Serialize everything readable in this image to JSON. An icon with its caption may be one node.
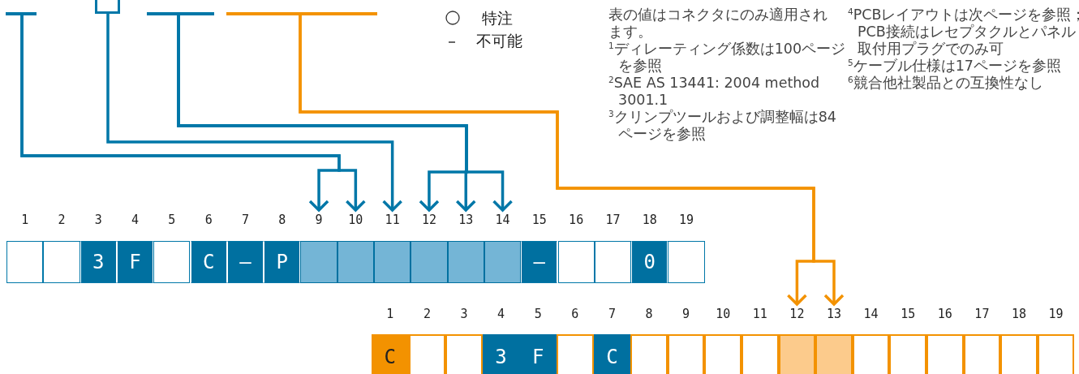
{
  "diagram": {
    "nodes": [
      {
        "text": [],
        "shape": "bar"
      },
      {
        "text": [],
        "shape": "box"
      },
      {
        "text": [],
        "shape": "bar"
      },
      {
        "text": [],
        "shape": "bar"
      },
      {
        "text": [],
        "shape": "box",
        "beside": [
          "1"
        ]
      },
      {
        "text": [],
        "shape": "box",
        "beside": [
          "2"
        ]
      },
      {
        "text": [
          "3"
        ],
        "beside": [
          "3"
        ]
      },
      {
        "text": [
          "F"
        ],
        "beside": [
          "4"
        ]
      },
      {
        "text": [],
        "shape": "box",
        "beside": [
          "5"
        ]
      },
      {
        "text": [
          "C"
        ],
        "beside": [
          "6"
        ]
      },
      {
        "text": [
          "–"
        ],
        "beside": [
          "7"
        ]
      },
      {
        "text": [
          "P"
        ],
        "beside": [
          "8"
        ]
      },
      {
        "text": [],
        "shape": "box",
        "beside": [
          "9"
        ]
      },
      {
        "text": [],
        "shape": "box",
        "beside": [
          "10"
        ]
      },
      {
        "text": [],
        "shape": "box",
        "beside": [
          "11"
        ]
      },
      {
        "text": [],
        "shape": "box",
        "beside": [
          "12"
        ]
      },
      {
        "text": [],
        "shape": "box",
        "beside": [
          "13"
        ]
      },
      {
        "text": [],
        "shape": "box",
        "beside": [
          "14"
        ]
      },
      {
        "text": [
          "–"
        ],
        "beside": [
          "15"
        ]
      },
      {
        "text": [],
        "shape": "box",
        "beside": [
          "16"
        ]
      },
      {
        "text": [],
        "shape": "box",
        "beside": [
          "17"
        ]
      },
      {
        "text": [
          "0"
        ],
        "beside": [
          "18"
        ]
      },
      {
        "text": [],
        "shape": "box",
        "beside": [
          "19"
        ]
      },
      {
        "text": [
          "C"
        ],
        "beside": [
          "1"
        ]
      },
      {
        "text": [],
        "shape": "box",
        "beside": [
          "2"
        ]
      },
      {
        "text": [],
        "shape": "box",
        "beside": [
          "3"
        ]
      },
      {
        "text": [
          "3"
        ],
        "beside": [
          "4"
        ]
      },
      {
        "text": [
          "F"
        ],
        "beside": [
          "5"
        ]
      },
      {
        "text": [],
        "shape": "box",
        "beside": [
          "6"
        ]
      },
      {
        "text": [
          "C"
        ],
        "beside": [
          "7"
        ]
      },
      {
        "text": [],
        "shape": "box",
        "beside": [
          "8"
        ]
      },
      {
        "text": [],
        "shape": "box",
        "beside": [
          "9"
        ]
      },
      {
        "text": [],
        "shape": "box",
        "beside": [
          "10"
        ]
      },
      {
        "text": [],
        "shape": "box",
        "beside": [
          "11"
        ]
      },
      {
        "text": [],
        "shape": "box",
        "beside": [
          "12"
        ]
      },
      {
        "text": [],
        "shape": "box",
        "beside": [
          "13"
        ]
      },
      {
        "text": [],
        "shape": "box",
        "beside": [
          "14"
        ]
      },
      {
        "text": [],
        "shape": "box",
        "beside": [
          "15"
        ]
      },
      {
        "text": [],
        "shape": "box",
        "beside": [
          "16"
        ]
      },
      {
        "text": [],
        "shape": "box",
        "beside": [
          "17"
        ]
      },
      {
        "text": [],
        "shape": "box",
        "beside": [
          "18"
        ]
      },
      {
        "text": [],
        "shape": "box",
        "beside": [
          "19"
        ]
      }
    ],
    "edges": [
      {
        "from": 0,
        "to": 12,
        "arrow": "to"
      },
      {
        "from": 0,
        "to": 13,
        "arrow": "to"
      },
      {
        "from": 1,
        "to": 14,
        "arrow": "to"
      },
      {
        "from": 2,
        "to": 15,
        "arrow": "to"
      },
      {
        "from": 2,
        "to": 16,
        "arrow": "to"
      },
      {
        "from": 2,
        "to": 17,
        "arrow": "to"
      },
      {
        "from": 3,
        "to": 34,
        "arrow": "to",
        "color": "#f39200"
      },
      {
        "from": 3,
        "to": 35,
        "arrow": "to",
        "color": "#f39200"
      }
    ],
    "labels": [
      "表の値はコネクタにのみ適用されます。",
      "$^{1}$ディレーティング係数は100ページを参照",
      "$^{2}$SAE AS 13441: 2004 method 3001.1",
      "$^{3}$クリンプツールおよび調整幅は84ページを参照",
      "$^{4}$PCBレイアウトは次ページを参照；PCB接続はレセプタクルとパネル取付用プラグでのみ可",
      "$^{5}$ケーブル仕様は17ページを参照",
      "$^{6}$競合他社製品との互換性なし"
    ],
    "legend": [
      {
        "text": "特注"
      },
      {
        "text": "不可能"
      }
    ]
  }
}
